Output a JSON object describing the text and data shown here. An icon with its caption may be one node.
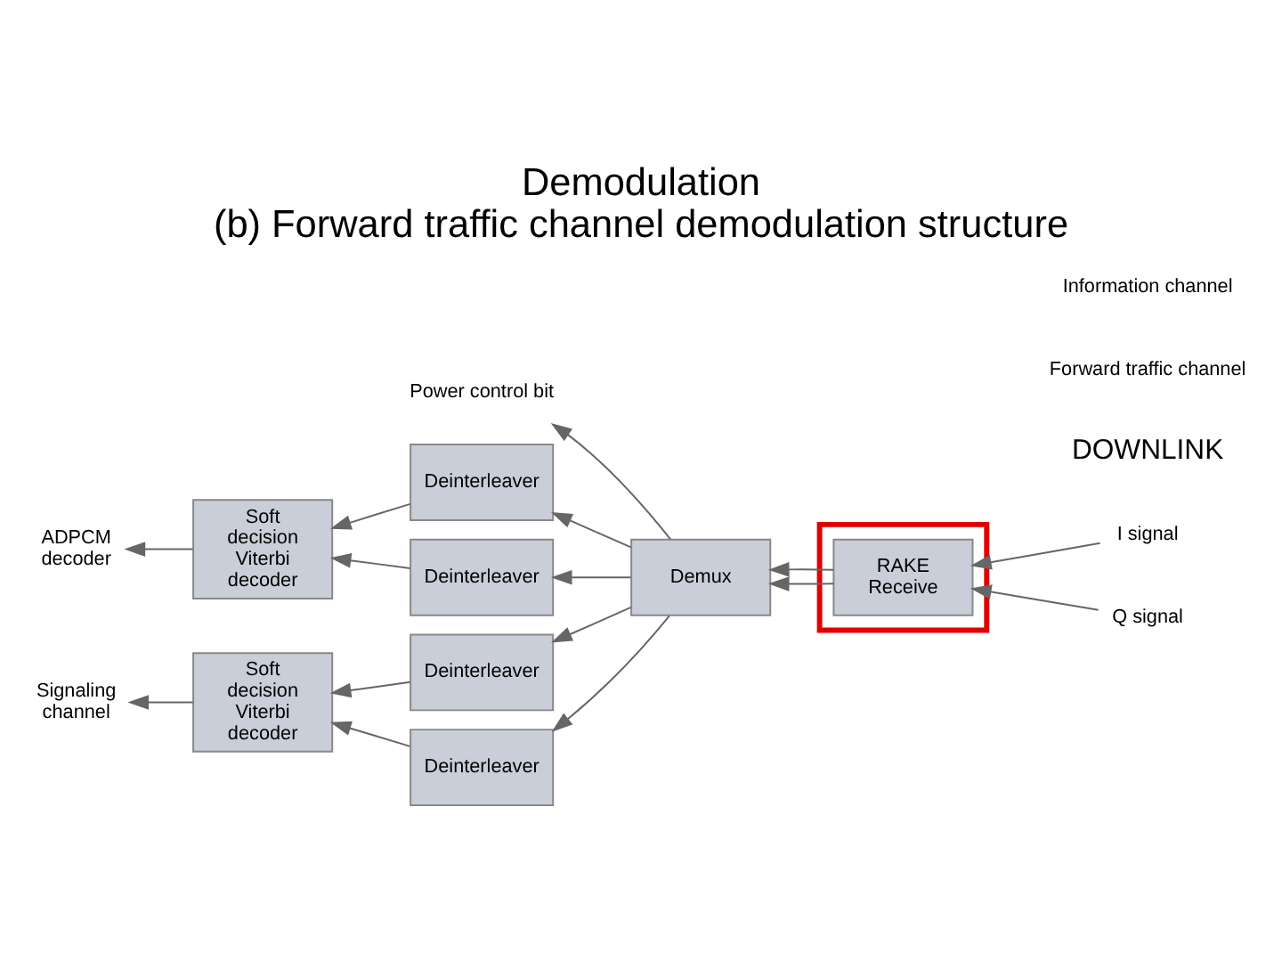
{
  "diagram": {
    "title": "Demodulation",
    "caption": "(b) Forward traffic channel demodulation structure",
    "nodes": [
      {
        "text": [],
        "shape": "box"
      },
      {
        "text": [
          "RAKE Receive"
        ],
        "in": 0
      },
      {
        "text": [
          "I signal"
        ]
      },
      {
        "text": [
          "Q signal"
        ]
      },
      {
        "text": [
          "Demux"
        ]
      },
      {
        "text": [
          "Power control bit"
        ]
      },
      {
        "text": [
          "Deinterleaver"
        ]
      },
      {
        "text": [
          "Deinterleaver"
        ]
      },
      {
        "text": [
          "Deinterleaver"
        ]
      },
      {
        "text": [
          "Deinterleaver"
        ]
      },
      {
        "text": [
          "Soft decision Viterbi decoder"
        ]
      },
      {
        "text": [
          "Soft decision Viterbi decoder"
        ]
      },
      {
        "text": [
          "ADPCM decoder"
        ]
      },
      {
        "text": [
          "Signaling channel"
        ]
      }
    ],
    "edges": [
      {
        "from": 2,
        "to": 1,
        "arrow": "to"
      },
      {
        "from": 3,
        "to": 1,
        "arrow": "to"
      },
      {
        "from": 1,
        "to": 4,
        "arrow": "to"
      },
      {
        "from": 1,
        "to": 4,
        "arrow": "to"
      },
      {
        "from": 4,
        "to": 5,
        "arrow": "to"
      },
      {
        "from": 4,
        "to": 6,
        "arrow": "to"
      },
      {
        "from": 4,
        "to": 7,
        "arrow": "to"
      },
      {
        "from": 4,
        "to": 8,
        "arrow": "to"
      },
      {
        "from": 4,
        "to": 9,
        "arrow": "to"
      },
      {
        "from": 6,
        "to": 10,
        "arrow": "to"
      },
      {
        "from": 7,
        "to": 10,
        "arrow": "to"
      },
      {
        "from": 8,
        "to": 11,
        "arrow": "to"
      },
      {
        "from": 9,
        "to": 11,
        "arrow": "to"
      },
      {
        "from": 10,
        "to": 12,
        "arrow": "to"
      },
      {
        "from": 11,
        "to": 13,
        "arrow": "to"
      }
    ],
    "labels": [
      "DOWNLINK",
      "Forward traffic channel",
      "Information channel"
    ]
  }
}
